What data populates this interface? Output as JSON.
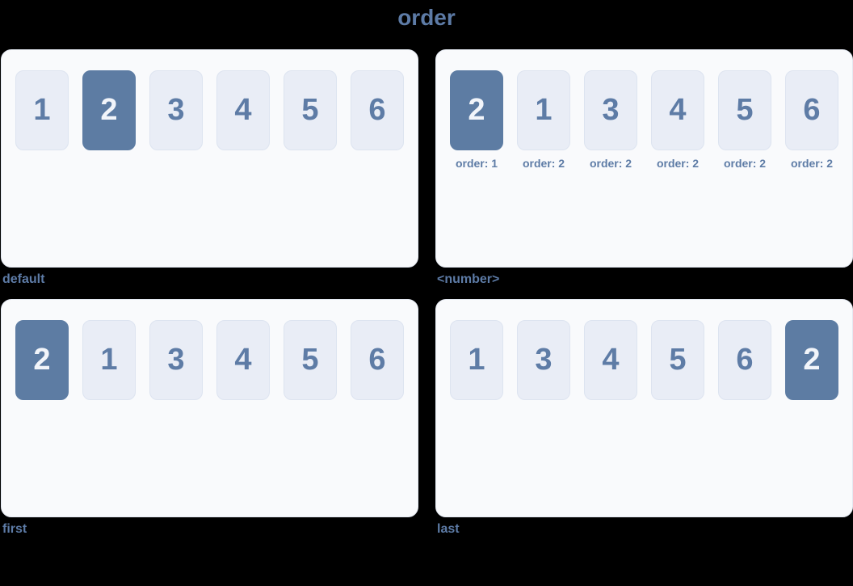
{
  "title": "order",
  "colors": {
    "page_background": "#000000",
    "panel_background": "#f9fafc",
    "panel_border": "#e4e9f2",
    "box_background": "#e9edf6",
    "box_border": "#dde4f0",
    "box_number": "#5e7ca6",
    "highlight_background": "#5d7ca3",
    "highlight_number": "#f2f5fa",
    "caption_text": "#5d7ba6"
  },
  "panels": [
    {
      "id": "default",
      "label": "default",
      "boxes": [
        {
          "value": "1",
          "highlighted": false
        },
        {
          "value": "2",
          "highlighted": true
        },
        {
          "value": "3",
          "highlighted": false
        },
        {
          "value": "4",
          "highlighted": false
        },
        {
          "value": "5",
          "highlighted": false
        },
        {
          "value": "6",
          "highlighted": false
        }
      ]
    },
    {
      "id": "number",
      "label": "<number>",
      "boxes": [
        {
          "value": "2",
          "highlighted": true,
          "order_label": "order: 1"
        },
        {
          "value": "1",
          "highlighted": false,
          "order_label": "order: 2"
        },
        {
          "value": "3",
          "highlighted": false,
          "order_label": "order: 2"
        },
        {
          "value": "4",
          "highlighted": false,
          "order_label": "order: 2"
        },
        {
          "value": "5",
          "highlighted": false,
          "order_label": "order: 2"
        },
        {
          "value": "6",
          "highlighted": false,
          "order_label": "order: 2"
        }
      ]
    },
    {
      "id": "first",
      "label": "first",
      "boxes": [
        {
          "value": "2",
          "highlighted": true
        },
        {
          "value": "1",
          "highlighted": false
        },
        {
          "value": "3",
          "highlighted": false
        },
        {
          "value": "4",
          "highlighted": false
        },
        {
          "value": "5",
          "highlighted": false
        },
        {
          "value": "6",
          "highlighted": false
        }
      ]
    },
    {
      "id": "last",
      "label": "last",
      "boxes": [
        {
          "value": "1",
          "highlighted": false
        },
        {
          "value": "3",
          "highlighted": false
        },
        {
          "value": "4",
          "highlighted": false
        },
        {
          "value": "5",
          "highlighted": false
        },
        {
          "value": "6",
          "highlighted": false
        },
        {
          "value": "2",
          "highlighted": true
        }
      ]
    }
  ]
}
